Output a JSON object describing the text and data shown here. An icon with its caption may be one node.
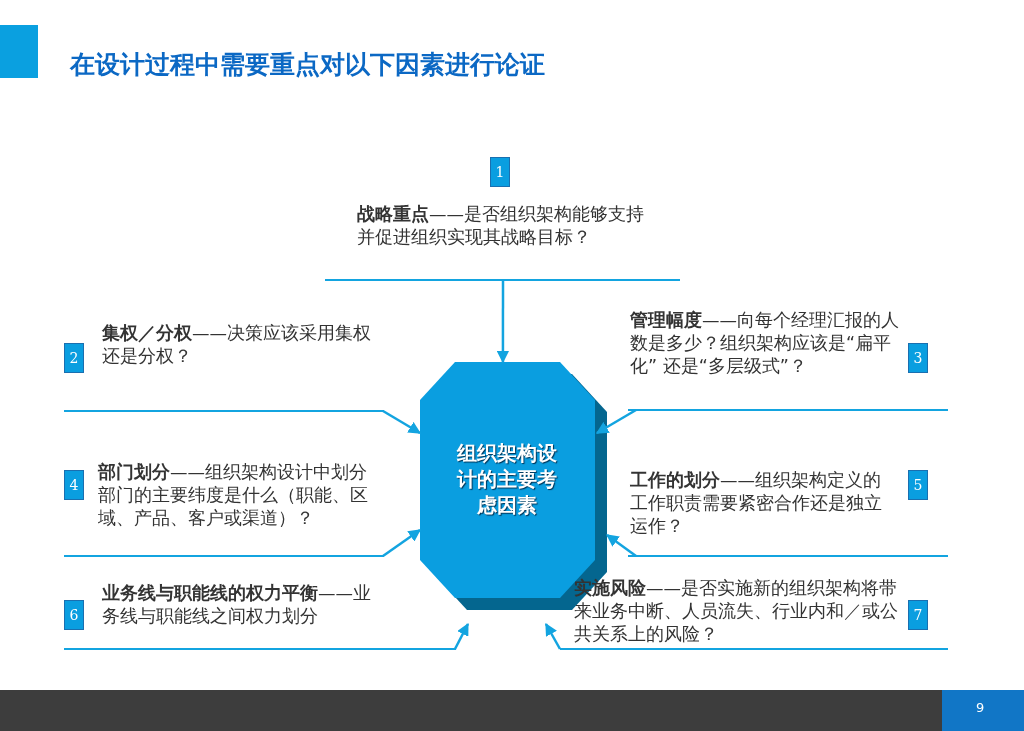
{
  "diagram": {
    "title": "在设计过程中需要重点对以下因素进行论证",
    "nodes": [
      {
        "text": [
          "1"
        ]
      },
      {
        "text": [
          "**战略重点**——是否组织架构能够支持并促进组织实现其战略目标？"
        ]
      },
      {
        "text": [
          "2"
        ],
        "in": 3
      },
      {
        "text": [
          "**集权／分权**——决策应该采用集权还是分权？"
        ]
      },
      {
        "text": [
          "**管理幅度**——向每个经理汇报的人数是多少？组织架构应该是“扁平化” 还是“多层级式”？"
        ]
      },
      {
        "text": [
          "3"
        ],
        "in": 4
      },
      {
        "text": [
          "组织架构设计的主要考虑因素"
        ]
      },
      {
        "text": [
          "4"
        ],
        "in": 8
      },
      {
        "text": [
          "**部门划分**——组织架构设计中划分部门的主要纬度是什么（职能、区域、产品、客户或渠道）？"
        ]
      },
      {
        "text": [
          "**工作的划分**——组织架构定义的工作职责需要紧密合作还是独立运作？"
        ]
      },
      {
        "text": [
          "5"
        ],
        "in": 9
      },
      {
        "text": [
          "6"
        ],
        "in": 12
      },
      {
        "text": [
          "**业务线与职能线的权力平衡**——业务线与职能线之间权力划分"
        ]
      },
      {
        "text": [
          "**实施风险**——是否实施新的组织架构将带来业务中断、人员流失、行业内和／或公共关系上的风险？"
        ]
      },
      {
        "text": [
          "7"
        ],
        "in": 13
      }
    ],
    "edges": [
      {
        "from": 1,
        "to": 6,
        "arrow": "to"
      },
      {
        "from": 3,
        "to": 6,
        "arrow": "to"
      },
      {
        "from": 4,
        "to": 6,
        "arrow": "to"
      },
      {
        "from": 8,
        "to": 6,
        "arrow": "to"
      },
      {
        "from": 9,
        "to": 6,
        "arrow": "to"
      },
      {
        "from": 12,
        "to": 6,
        "arrow": "to"
      },
      {
        "from": 13,
        "to": 6,
        "arrow": "to"
      }
    ],
    "labels": [
      "9"
    ]
  }
}
